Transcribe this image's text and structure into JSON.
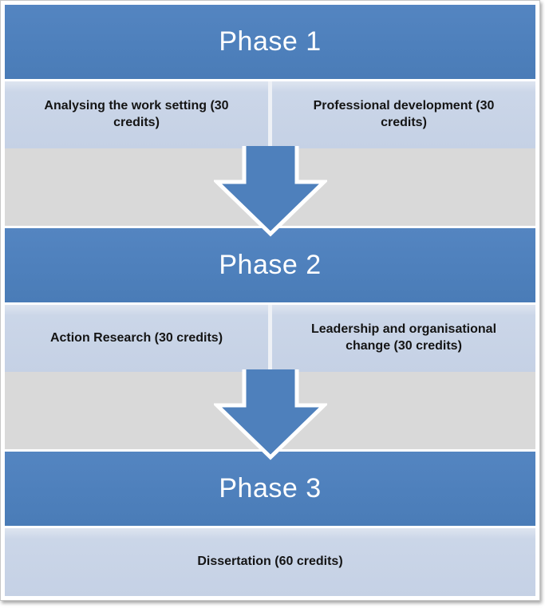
{
  "diagram": {
    "type": "phase-flow",
    "phases": [
      {
        "title": "Phase 1",
        "modules": [
          "Analysing the work setting (30 credits)",
          "Professional development  (30 credits)"
        ]
      },
      {
        "title": "Phase 2",
        "modules": [
          "Action Research (30 credits)",
          "Leadership and organisational change (30 credits)"
        ]
      },
      {
        "title": "Phase 3",
        "modules": [
          "Dissertation (60 credits)"
        ]
      }
    ],
    "connectors": [
      "down-arrow",
      "down-arrow"
    ]
  },
  "colors": {
    "phase_header_blue": "#4e80bc",
    "module_box_blue": "#c5d1e5",
    "band_gray": "#d9d9d9",
    "arrow_fill": "#4e80bc",
    "arrow_outline": "#ffffff",
    "header_text": "#ffffff",
    "module_text": "#141414",
    "frame_border": "#c6c6c6"
  }
}
